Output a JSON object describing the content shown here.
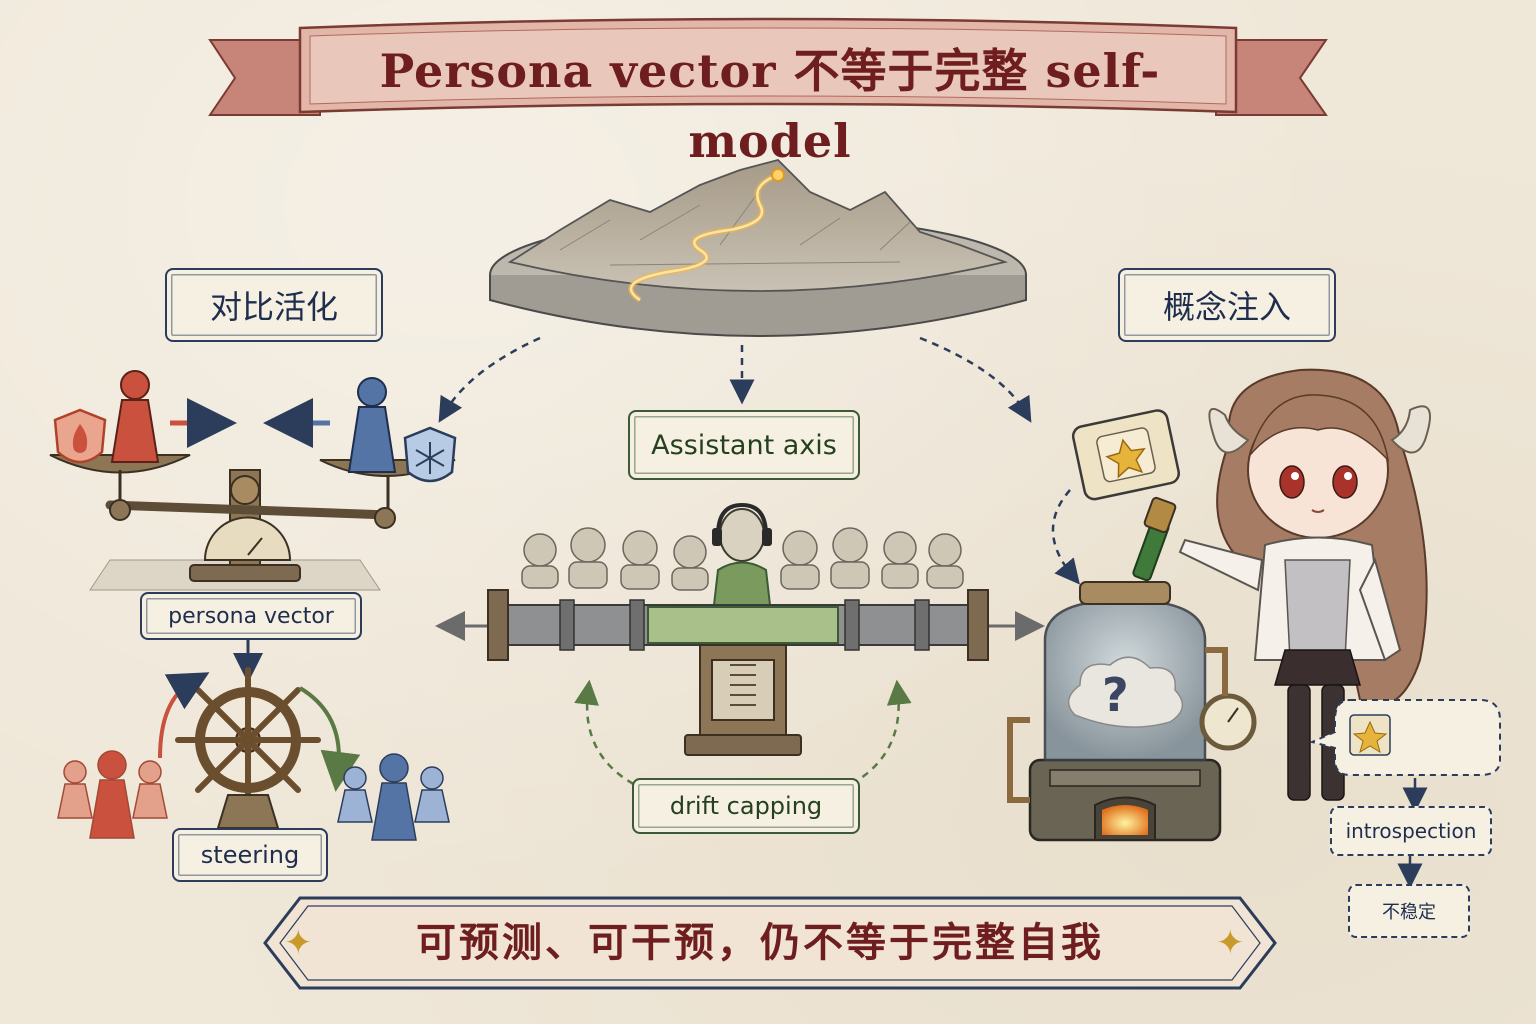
{
  "title": "Persona vector 不等于完整 self-model",
  "labels": {
    "contrastive_activation": "对比活化",
    "concept_injection": "概念注入",
    "assistant_axis": "Assistant axis",
    "persona_vector": "persona vector",
    "steering": "steering",
    "drift_capping": "drift capping",
    "introspection": "introspection",
    "unstable": "不稳定"
  },
  "bottom_banner": "可预测、可干预，仍不等于完整自我",
  "icons": [
    "flame-shield-icon",
    "snowflake-shield-icon",
    "star-card-icon",
    "question-cloud-icon",
    "ship-wheel-icon",
    "balance-scale-icon",
    "gauge-icon",
    "sparkle-icon"
  ],
  "colors": {
    "ink_blue": "#2c3d5c",
    "ink_green": "#3c5a35",
    "title_red": "#6e1e1e",
    "ribbon": "#d9a79a",
    "glow": "#f0b040"
  }
}
